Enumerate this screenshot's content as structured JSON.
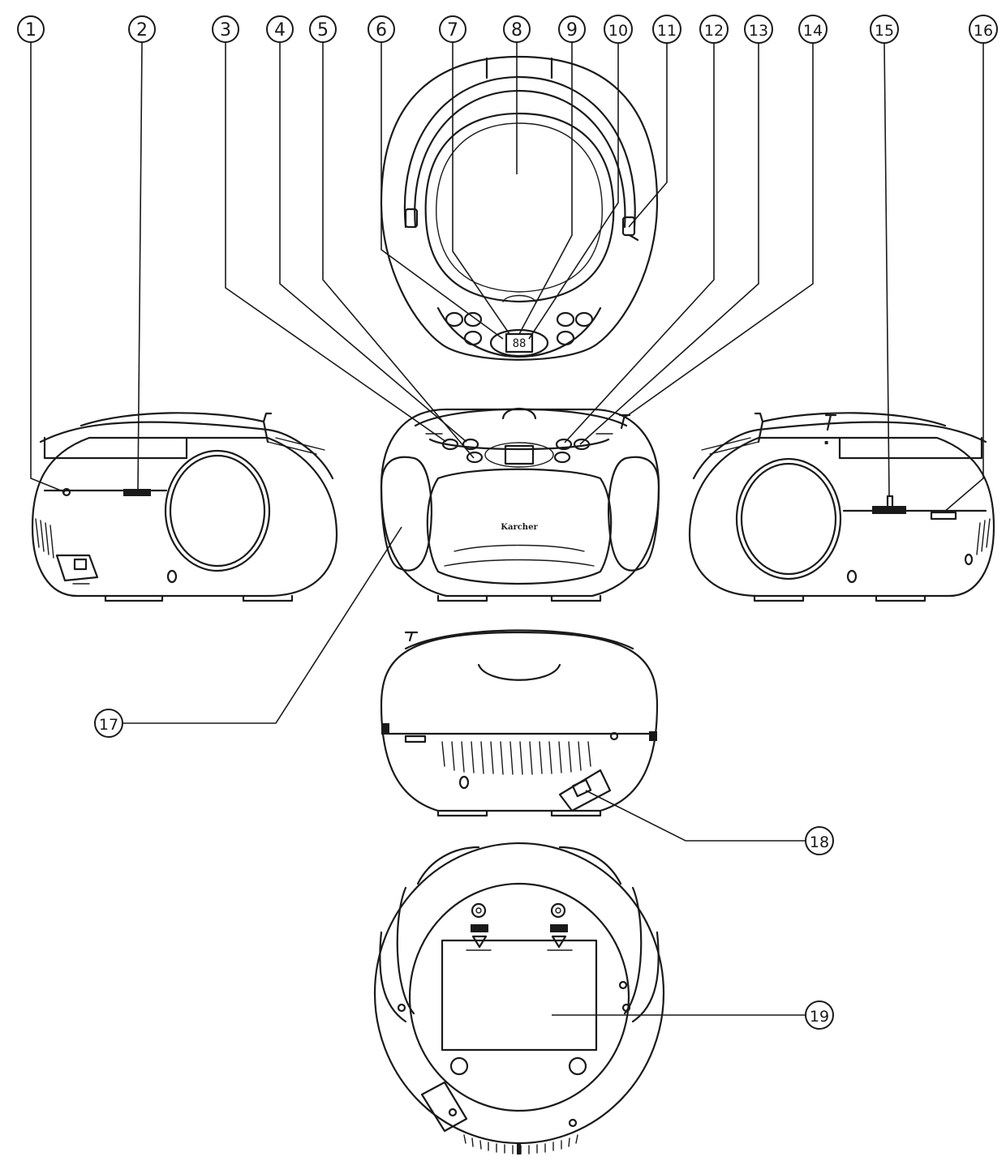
{
  "diagram": {
    "brand_label": "Karcher",
    "display_readout": "88",
    "callouts": [
      {
        "id": 1,
        "label": "1"
      },
      {
        "id": 2,
        "label": "2"
      },
      {
        "id": 3,
        "label": "3"
      },
      {
        "id": 4,
        "label": "4"
      },
      {
        "id": 5,
        "label": "5"
      },
      {
        "id": 6,
        "label": "6"
      },
      {
        "id": 7,
        "label": "7"
      },
      {
        "id": 8,
        "label": "8"
      },
      {
        "id": 9,
        "label": "9"
      },
      {
        "id": 10,
        "label": "10"
      },
      {
        "id": 11,
        "label": "11"
      },
      {
        "id": 12,
        "label": "12"
      },
      {
        "id": 13,
        "label": "13"
      },
      {
        "id": 14,
        "label": "14"
      },
      {
        "id": 15,
        "label": "15"
      },
      {
        "id": 16,
        "label": "16"
      },
      {
        "id": 17,
        "label": "17"
      },
      {
        "id": 18,
        "label": "18"
      },
      {
        "id": 19,
        "label": "19"
      }
    ]
  }
}
